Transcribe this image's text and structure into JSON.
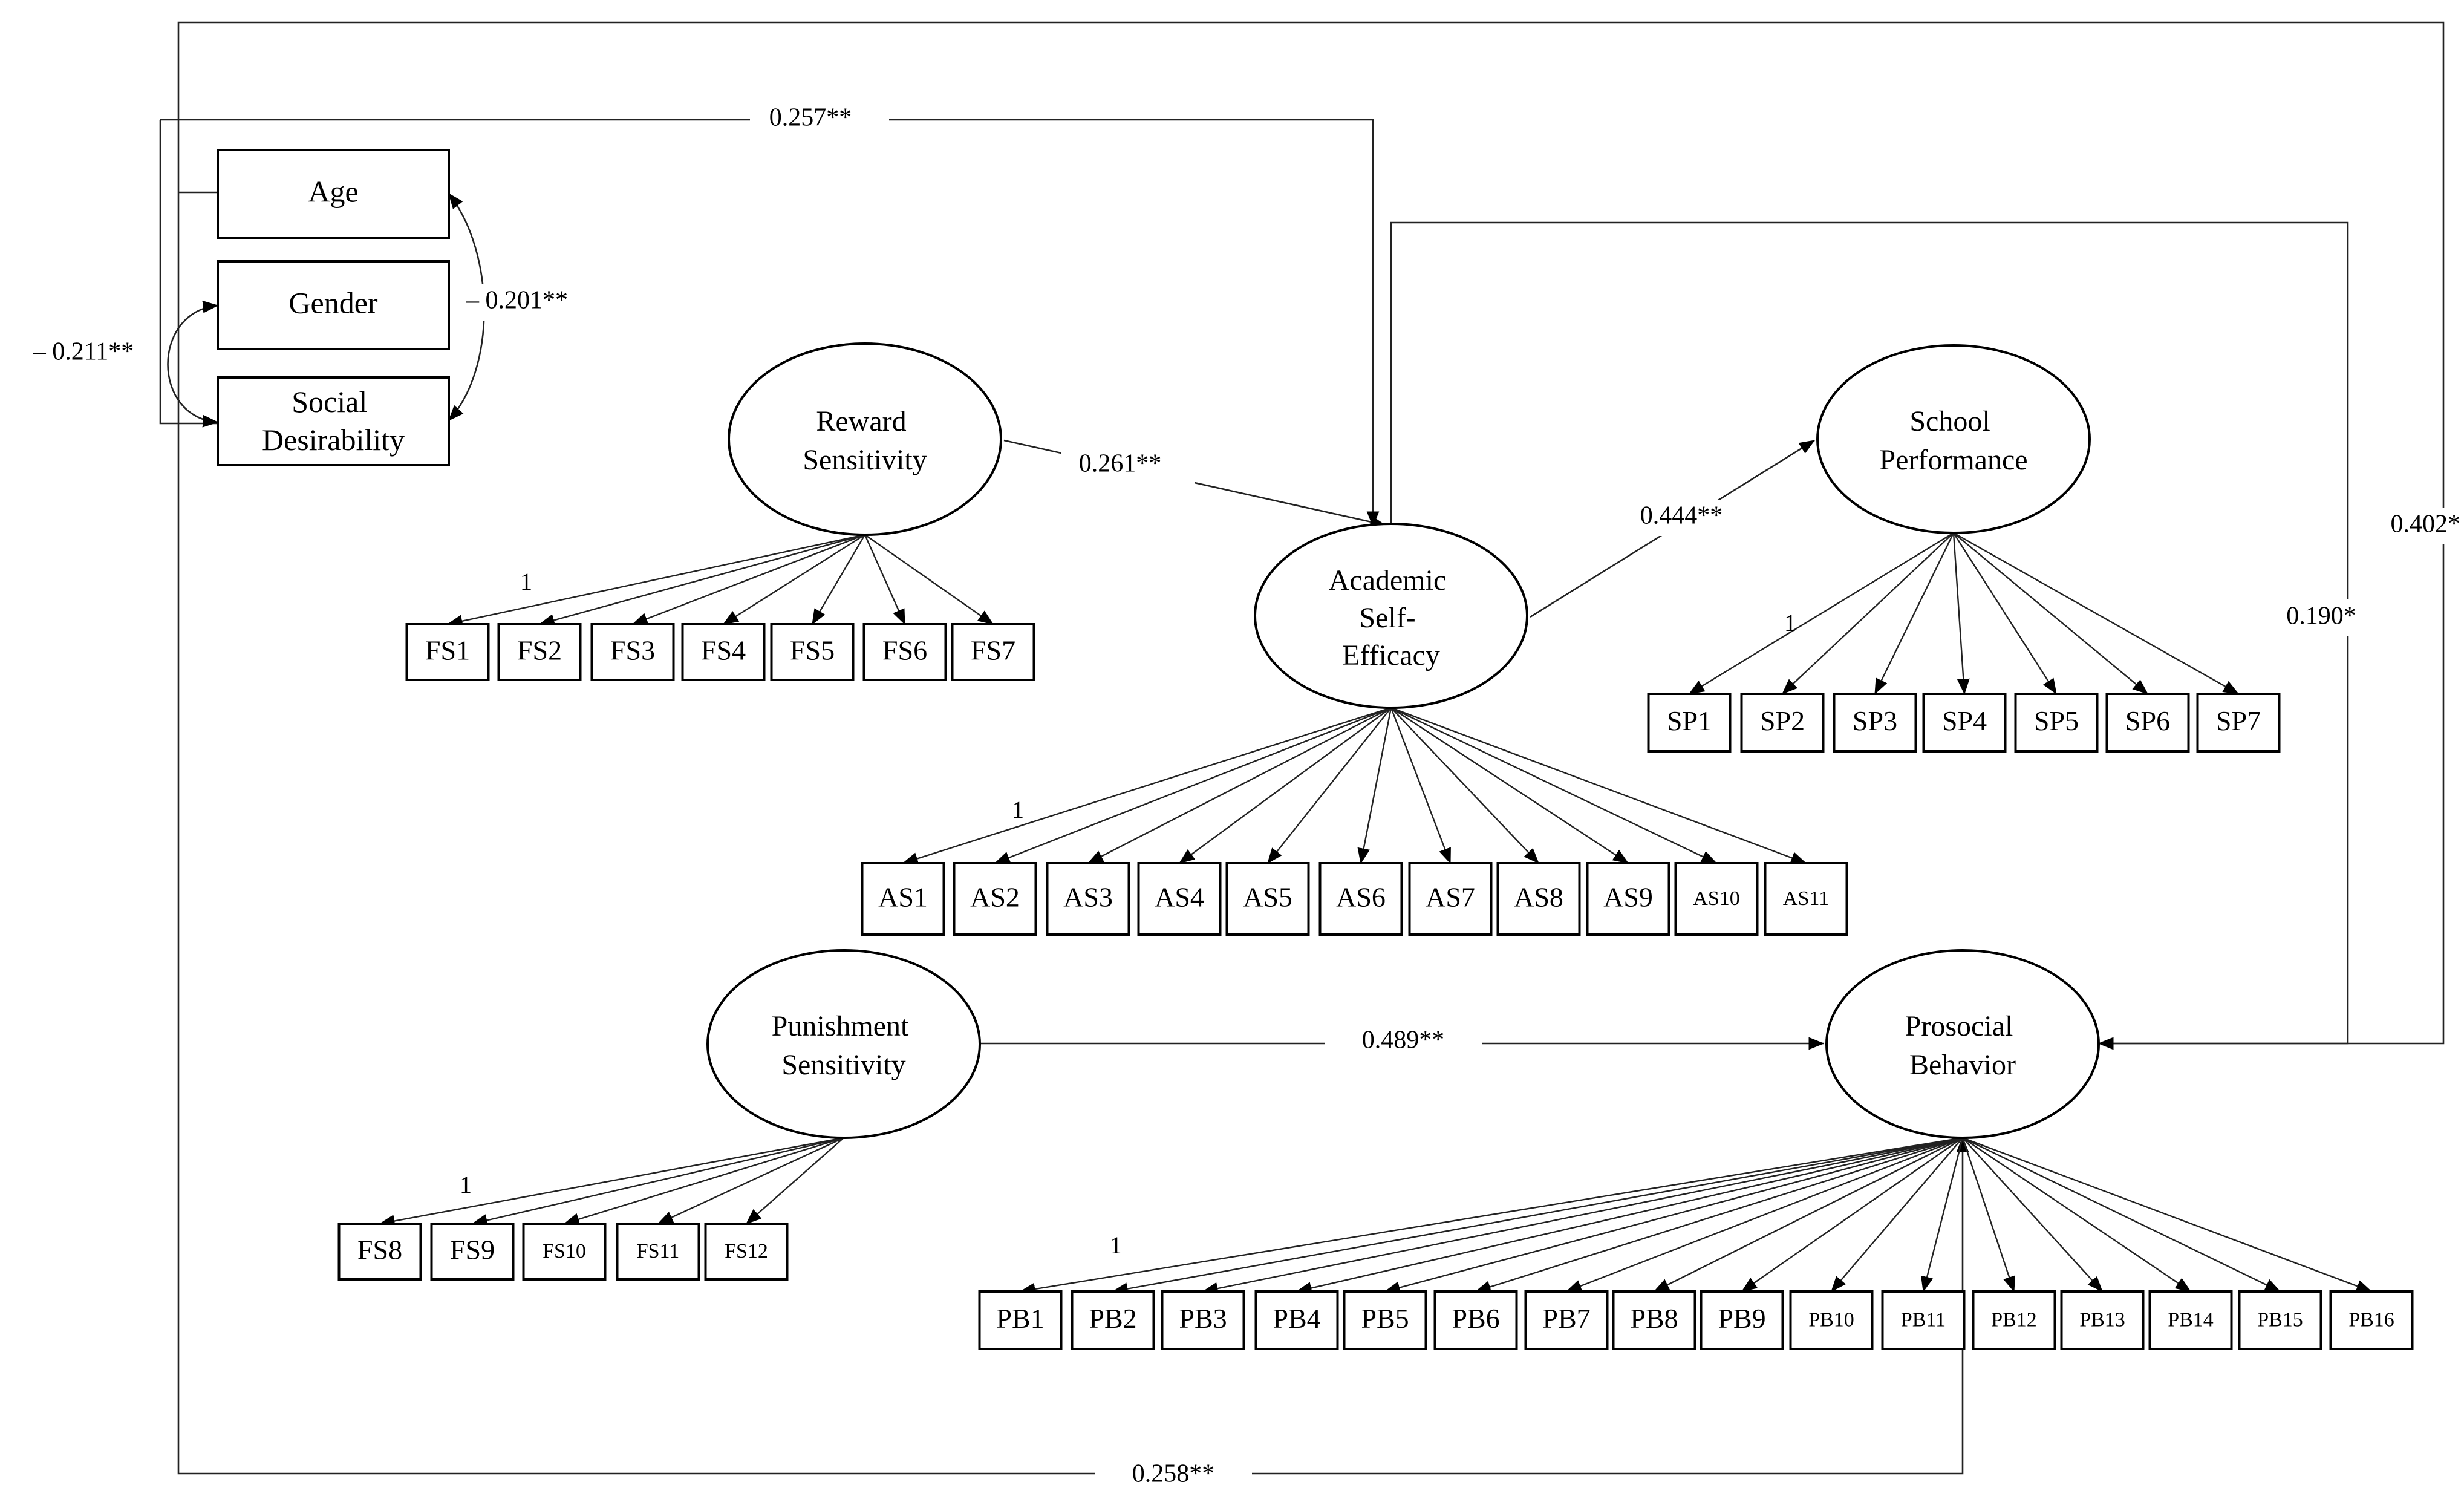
{
  "covariates": [
    {
      "id": "age",
      "label": "Age"
    },
    {
      "id": "gender",
      "label": "Gender"
    },
    {
      "id": "social",
      "label": "Social Desirability",
      "lines": [
        "Social",
        "Desirability"
      ]
    }
  ],
  "latents": {
    "reward": {
      "lines": [
        "Reward",
        "Sensitivity"
      ]
    },
    "punish": {
      "lines": [
        "Punishment",
        "Sensitivity"
      ]
    },
    "ase": {
      "lines": [
        "Academic",
        "Self-",
        "Efficacy"
      ]
    },
    "school": {
      "lines": [
        "School",
        "Performance"
      ]
    },
    "prosocial": {
      "lines": [
        "Prosocial",
        "Behavior"
      ]
    }
  },
  "indicators": {
    "reward": [
      "FS1",
      "FS2",
      "FS3",
      "FS4",
      "FS5",
      "FS6",
      "FS7"
    ],
    "punish": [
      "FS8",
      "FS9",
      "FS10",
      "FS11",
      "FS12"
    ],
    "ase": [
      "AS1",
      "AS2",
      "AS3",
      "AS4",
      "AS5",
      "AS6",
      "AS7",
      "AS8",
      "AS9",
      "AS10",
      "AS11"
    ],
    "school": [
      "SP1",
      "SP2",
      "SP3",
      "SP4",
      "SP5",
      "SP6",
      "SP7"
    ],
    "prosocial": [
      "PB1",
      "PB2",
      "PB3",
      "PB4",
      "PB5",
      "PB6",
      "PB7",
      "PB8",
      "PB9",
      "PB10",
      "PB11",
      "PB12",
      "PB13",
      "PB14",
      "PB15",
      "PB16"
    ]
  },
  "fixed_loading_label": "1",
  "coefficients": {
    "age_to_ase": "0.257**",
    "gender_social_cov": "– 0.201**",
    "age_social_cov": "– 0.211**",
    "reward_to_ase": "0.261**",
    "ase_to_school": "0.444**",
    "punish_to_prosocial": "0.489**",
    "ase_to_prosocial": "0.190*",
    "top_to_prosocial": "0.402*",
    "bottom_to_prosocial": "0.258**"
  }
}
